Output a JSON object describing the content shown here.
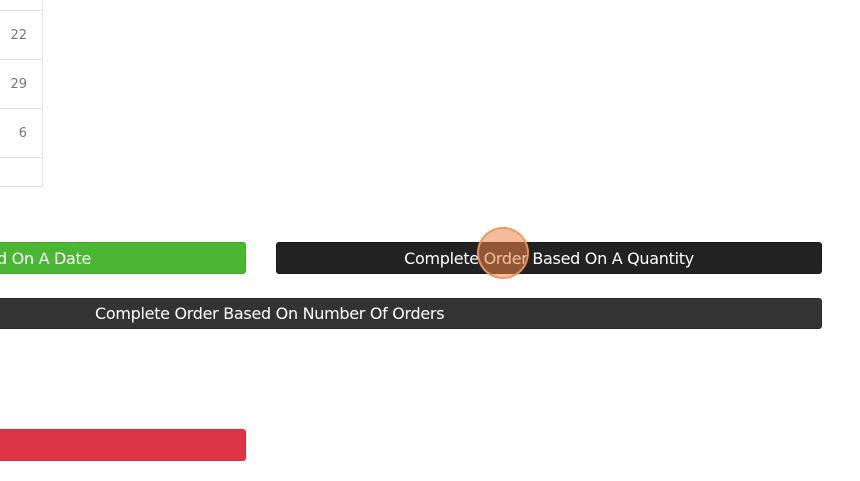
{
  "calendar": {
    "dates": [
      "22",
      "29",
      "6"
    ]
  },
  "buttons": {
    "date_label": "Complete Order Based On A Date",
    "date_visible_label": "ed On A Date",
    "quantity_label": "Complete Order Based On A Quantity",
    "orders_label": "Complete Order Based On Number Of Orders",
    "red_label": ""
  },
  "colors": {
    "date_button": "#4bb534",
    "quantity_button": "#222222",
    "orders_button": "#333333",
    "red_button": "#dc3545",
    "click_indicator": "#ec8548"
  }
}
